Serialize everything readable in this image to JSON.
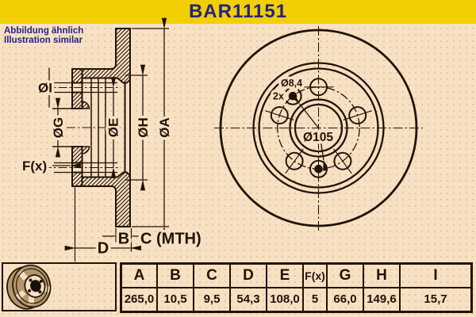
{
  "title": "BAR11151",
  "note": {
    "line1": "Abbildung ähnlich",
    "line2": "Illustration similar"
  },
  "section_labels": {
    "dia_i": "ØI",
    "dia_g": "ØG",
    "dia_e": "ØE",
    "dia_h": "ØH",
    "dia_a": "ØA",
    "f_count": "F(x)",
    "b": "B",
    "c_mth": "C (MTH)",
    "d": "D"
  },
  "front_labels": {
    "locating_hole_dia": "Ø8,4",
    "locating_hole_count": "2x",
    "bolt_circle_dia": "Ø105"
  },
  "spec_table": {
    "headers": [
      "A",
      "B",
      "C",
      "D",
      "E",
      "F(x)",
      "G",
      "H",
      "I"
    ],
    "values": [
      "265,0",
      "10,5",
      "9,5",
      "54,3",
      "108,0",
      "5",
      "66,0",
      "149,6",
      "15,7"
    ]
  },
  "colors": {
    "banner": "#F2CF00",
    "background": "#F8E0C3",
    "navy": "#242387",
    "ink": "#201408",
    "shade_tan": "#B5956B"
  }
}
